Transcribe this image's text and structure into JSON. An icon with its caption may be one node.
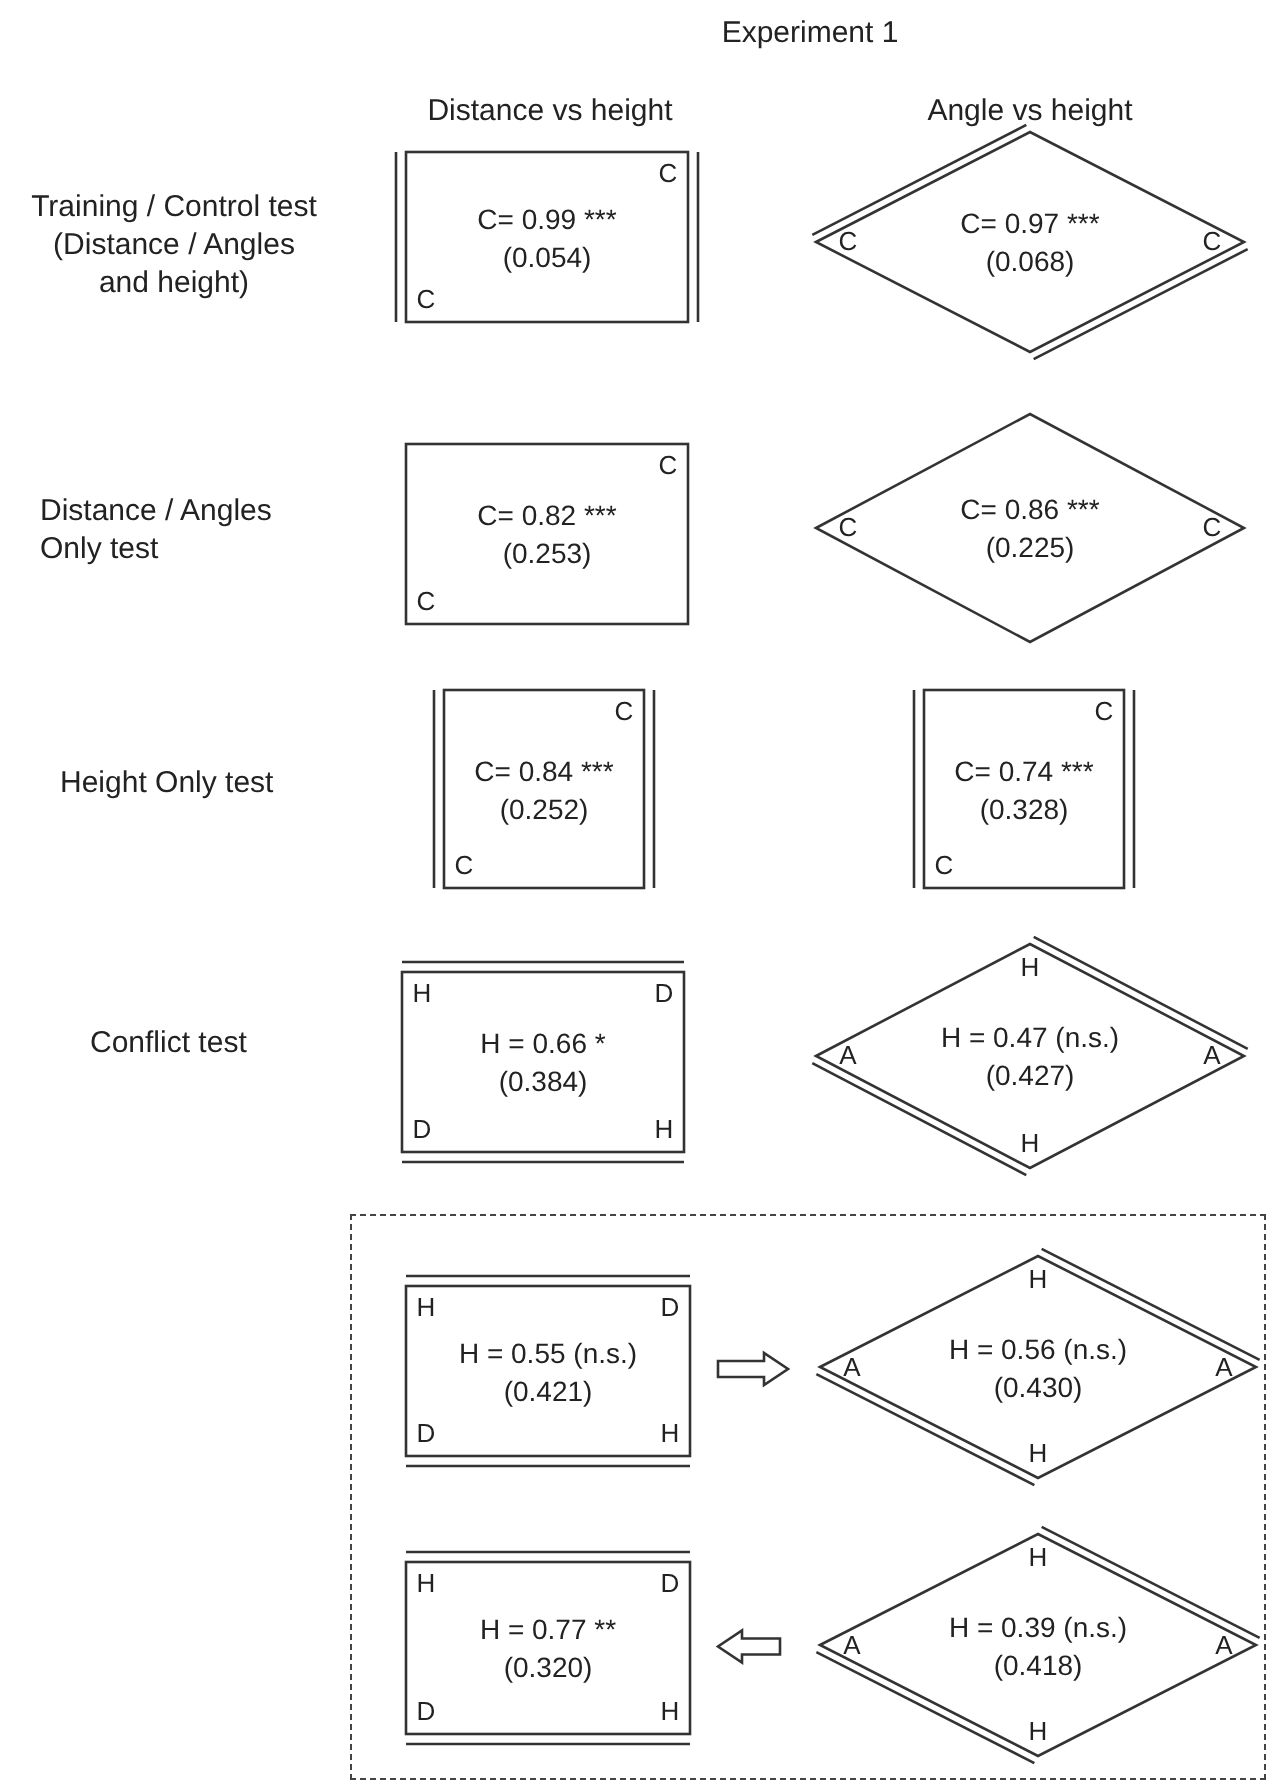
{
  "diagram": {
    "title": "Experiment 1",
    "nodes": [
      {
        "text": [
          "C",
          "C= 0.99 ***",
          "(0.054)",
          "C"
        ]
      },
      {
        "text": [
          "C",
          "C= 0.97 ***",
          "(0.068)",
          "C"
        ]
      },
      {
        "text": [
          "C",
          "C= 0.82 ***",
          "(0.253)",
          "C"
        ]
      },
      {
        "text": [
          "C",
          "C= 0.86 ***",
          "(0.225)",
          "C"
        ]
      },
      {
        "text": [
          "C",
          "C= 0.84 ***",
          "(0.252)",
          "C"
        ]
      },
      {
        "text": [
          "C",
          "C= 0.74 ***",
          "(0.328)",
          "C"
        ]
      },
      {
        "text": [
          "H",
          "D",
          "H = 0.66 *",
          "(0.384)",
          "D",
          "H"
        ]
      },
      {
        "text": [
          "H",
          "A",
          "H = 0.47 (n.s.)",
          "(0.427)",
          "A",
          "H"
        ]
      },
      {
        "text": [],
        "shape": "box"
      },
      {
        "text": [
          "H",
          "D",
          "H = 0.55 (n.s.)",
          "(0.421)",
          "D",
          "H"
        ],
        "in": 8
      },
      {
        "text": [
          "H",
          "A",
          "H = 0.56 (n.s.)",
          "(0.430)",
          "A",
          "H"
        ],
        "in": 8
      },
      {
        "text": [
          "H",
          "D",
          "H = 0.77 **",
          "(0.320)",
          "D",
          "H"
        ],
        "in": 8
      },
      {
        "text": [
          "H",
          "A",
          "H = 0.39 (n.s.)",
          "(0.418)",
          "A",
          "H"
        ],
        "in": 8
      }
    ],
    "edges": [
      {
        "from": 9,
        "to": 10,
        "arrow": "to"
      },
      {
        "from": 12,
        "to": 11,
        "arrow": "to"
      }
    ],
    "labels": [
      "Distance vs height",
      "Angle vs height",
      "Training / Control test (Distance / Angles and height)",
      "Distance / Angles Only test",
      "Height Only test",
      "Conflict test"
    ]
  }
}
